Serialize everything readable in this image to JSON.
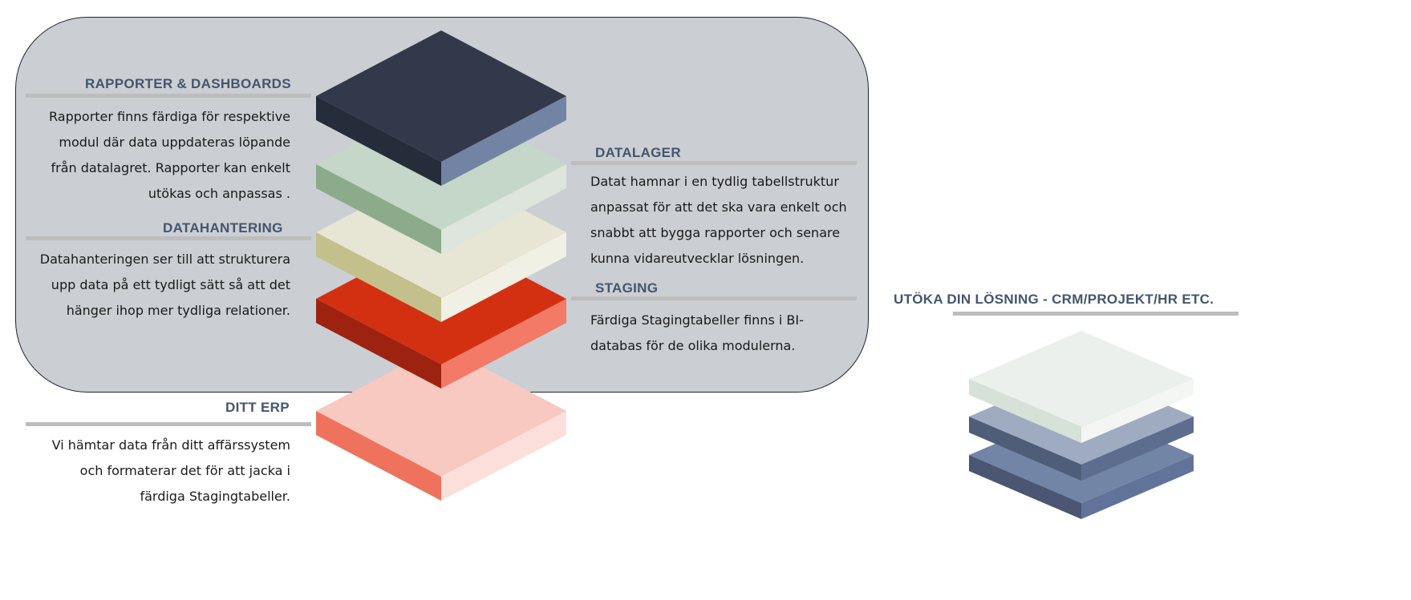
{
  "sections": {
    "rapporter": {
      "title": "RAPPORTER & DASHBOARDS",
      "lines": [
        "Rapporter finns färdiga för respektive",
        "modul där data uppdateras löpande",
        "från datalagret. Rapporter kan enkelt",
        "utökas och anpassas ."
      ]
    },
    "datahantering": {
      "title": "DATAHANTERING",
      "lines": [
        "Datahanteringen ser till att strukturera",
        "upp data på ett tydligt sätt så att det",
        "hänger ihop mer tydliga relationer."
      ]
    },
    "datalager": {
      "title": "DATALAGER",
      "lines": [
        "Datat hamnar i en tydlig tabellstruktur",
        "anpassat för att det ska vara enkelt och",
        "snabbt att bygga rapporter och senare",
        "kunna vidareutvecklar lösningen."
      ]
    },
    "staging": {
      "title": "STAGING",
      "lines": [
        "Färdiga Stagingtabeller finns i BI-",
        "databas för de olika modulerna."
      ]
    },
    "erp": {
      "title": "DITT ERP",
      "lines": [
        "Vi hämtar data från ditt affärssystem",
        "och formaterar det för att jacka i",
        "färdiga Stagingtabeller."
      ]
    },
    "extend": {
      "title": "UTÖKA DIN LÖSNING - CRM/PROJEKT/HR ETC."
    }
  },
  "colors": {
    "panel": "#cbced3",
    "heading": "#45556d",
    "layers": [
      {
        "name": "rapporter",
        "top": "#31394b",
        "left": "#252c3a",
        "right": "#7383a3"
      },
      {
        "name": "datalager",
        "top": "#c5d7c9",
        "left": "#8bab8a",
        "right": "#dde5dc"
      },
      {
        "name": "datahantering",
        "top": "#e7e5d4",
        "left": "#c4c08c",
        "right": "#f1f0e4"
      },
      {
        "name": "staging",
        "top": "#d33012",
        "left": "#9d220f",
        "right": "#f27a66"
      },
      {
        "name": "erp",
        "top": "#f8c9c1",
        "left": "#ef735c",
        "right": "#fbdfda"
      }
    ],
    "extend_layers": [
      {
        "top": "#ebf0ec",
        "left": "#d6e1d8",
        "right": "#f3f6f3"
      },
      {
        "top": "#9fabc1",
        "left": "#4e5d78",
        "right": "#5c6d8e"
      },
      {
        "top": "#7385a6",
        "left": "#4a5672",
        "right": "#62739a"
      }
    ]
  }
}
